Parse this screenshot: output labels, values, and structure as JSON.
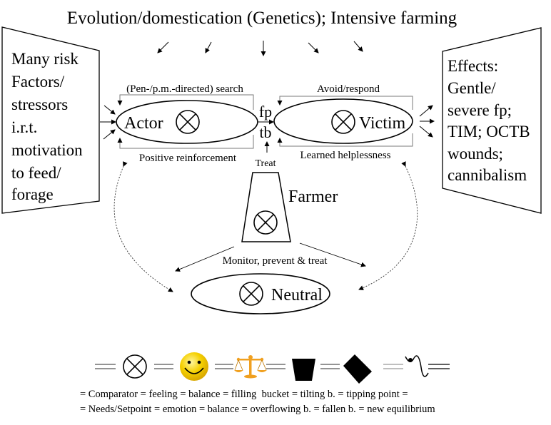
{
  "title": "Evolution/domestication (Genetics); Intensive farming",
  "left_box": {
    "lines": [
      "Many risk",
      "Factors/",
      "stressors",
      "i.r.t.",
      "motivation",
      "to feed/",
      "forage"
    ]
  },
  "right_box": {
    "lines": [
      "Effects:",
      "Gentle/",
      "severe fp;",
      "TIM; OCTB",
      "wounds;",
      "cannibalism"
    ]
  },
  "nodes": {
    "actor": "Actor",
    "victim": "Victim",
    "farmer": "Farmer",
    "neutral": "Neutral"
  },
  "edge_labels": {
    "actor_top": "(Pen-/p.m.-directed) search",
    "actor_bottom": "Positive reinforcement",
    "victim_top": "Avoid/respond",
    "victim_bottom": "Learned helplessness",
    "fp": "fp",
    "tb": "tb",
    "treat": "Treat",
    "monitor": "Monitor, prevent & treat"
  },
  "legend": {
    "symbols": [
      "comparator-icon",
      "smiley-icon",
      "balance-scale-icon",
      "bucket-icon",
      "tilted-bucket-icon",
      "tipping-point-icon"
    ],
    "row1": "= Comparator = feeling = balance = filling  bucket = tilting b. = tipping point =",
    "row2": "= Needs/Setpoint = emotion = balance = overflowing b. = fallen b. = new equilibrium"
  },
  "colors": {
    "line": "#000000",
    "smiley": "#f5d000",
    "scale": "#f0a020"
  }
}
